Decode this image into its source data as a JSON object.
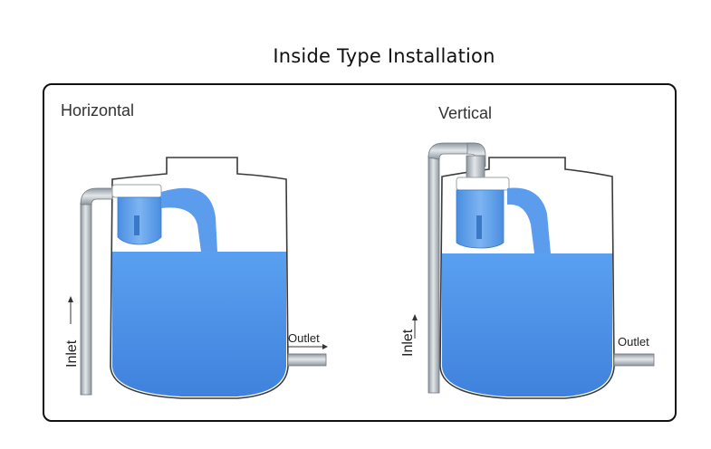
{
  "title": "Inside Type Installation",
  "panels": [
    {
      "label": "Horizontal",
      "inlet": "Inlet",
      "outlet": "Outlet"
    },
    {
      "label": "Vertical",
      "inlet": "Inlet",
      "outlet": "Outlet"
    }
  ],
  "colors": {
    "water": "#4c8fe6",
    "water_light": "#6ba6ef",
    "pipe": "#b9c0c7",
    "pipe_edge": "#6e7780",
    "tank_outline": "#3a3a3a",
    "valve": "#ffffff"
  }
}
